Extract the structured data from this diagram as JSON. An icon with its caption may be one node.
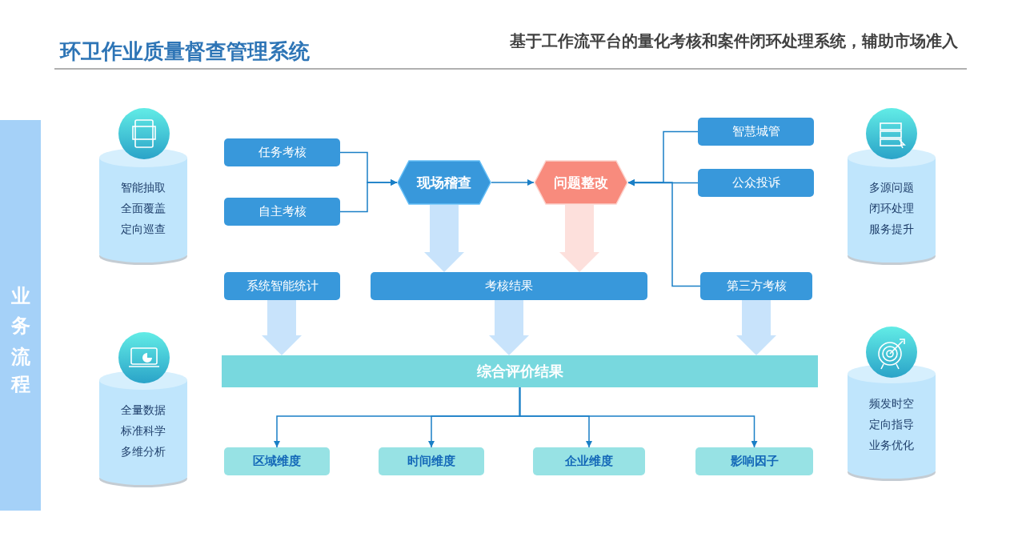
{
  "diagram": {
    "title": "环卫作业质量督查管理系统",
    "nodes": [
      {
        "text": [
          "业务流程"
        ]
      },
      {
        "text": [
          "智能抽取",
          "全面覆盖",
          "定向巡查"
        ]
      },
      {
        "text": [
          "任务考核"
        ]
      },
      {
        "text": [
          "自主考核"
        ]
      },
      {
        "text": [
          "现场稽查"
        ]
      },
      {
        "text": [
          "问题整改"
        ]
      },
      {
        "text": [
          "智慧城管"
        ]
      },
      {
        "text": [
          "公众投诉"
        ]
      },
      {
        "text": [
          "多源问题",
          "闭环处理",
          "服务提升"
        ]
      },
      {
        "text": [
          "系统智能统计"
        ]
      },
      {
        "text": [
          "考核结果"
        ]
      },
      {
        "text": [
          "第三方考核"
        ]
      },
      {
        "text": [
          "全量数据",
          "标准科学",
          "多维分析"
        ]
      },
      {
        "text": [
          "综合评价结果"
        ]
      },
      {
        "text": [
          "区域维度"
        ]
      },
      {
        "text": [
          "时间维度"
        ]
      },
      {
        "text": [
          "企业维度"
        ]
      },
      {
        "text": [
          "影响因子"
        ]
      },
      {
        "text": [
          "频发时空",
          "定向指导",
          "业务优化"
        ]
      }
    ],
    "edges": [
      {
        "from": 2,
        "to": 4,
        "arrow": "to"
      },
      {
        "from": 3,
        "to": 4,
        "arrow": "to"
      },
      {
        "from": 4,
        "to": 5,
        "arrow": "to"
      },
      {
        "from": 6,
        "to": 5,
        "arrow": "to"
      },
      {
        "from": 7,
        "to": 5,
        "arrow": "to"
      },
      {
        "from": 11,
        "to": 5,
        "arrow": "to"
      },
      {
        "from": 4,
        "to": 10,
        "arrow": "to",
        "style": "thick",
        "color": "#c8e3fb"
      },
      {
        "from": 5,
        "to": 10,
        "arrow": "to",
        "style": "thick",
        "color": "#fde0dc"
      },
      {
        "from": 9,
        "to": 13,
        "arrow": "to",
        "style": "thick",
        "color": "#c8e3fb"
      },
      {
        "from": 10,
        "to": 13,
        "arrow": "to",
        "style": "thick",
        "color": "#c8e3fb"
      },
      {
        "from": 11,
        "to": 13,
        "arrow": "to",
        "style": "thick",
        "color": "#c8e3fb"
      },
      {
        "from": 13,
        "to": 14,
        "arrow": "to"
      },
      {
        "from": 13,
        "to": 15,
        "arrow": "to"
      },
      {
        "from": 13,
        "to": 16,
        "arrow": "to"
      },
      {
        "from": 13,
        "to": 17,
        "arrow": "to"
      }
    ],
    "labels": [
      "基于工作流平台的量化考核和案件闭环处理系统，辅助市场准入"
    ]
  }
}
